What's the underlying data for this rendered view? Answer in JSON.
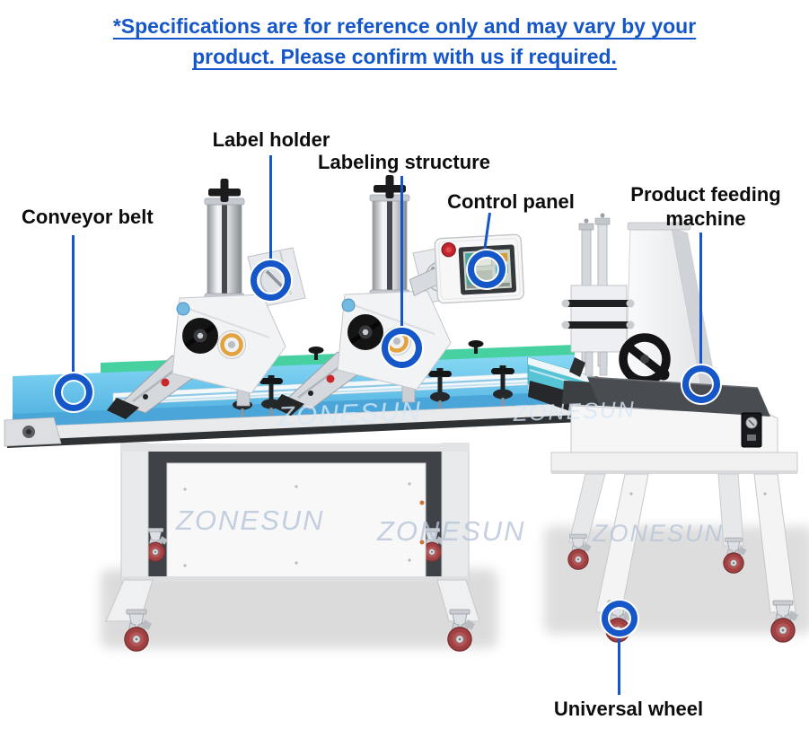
{
  "disclaimer": {
    "line1": "*Specifications are for reference only and may vary by your",
    "line2": "product. Please confirm with us if required."
  },
  "callouts": {
    "conveyor_belt": {
      "label": "Conveyor belt"
    },
    "label_holder": {
      "label": "Label holder"
    },
    "labeling_structure": {
      "label": "Labeling structure"
    },
    "control_panel": {
      "label": "Control panel"
    },
    "product_feeding_machine": {
      "label": "Product feeding machine"
    },
    "universal_wheel": {
      "label": "Universal wheel"
    }
  },
  "brand": {
    "watermark": "ZONESUN"
  },
  "colors": {
    "accent": "#1557c8",
    "label": "#0d0d0d",
    "wm_on_white": "#b7c5d9",
    "wm_on_blue": "#d7e8f5"
  }
}
